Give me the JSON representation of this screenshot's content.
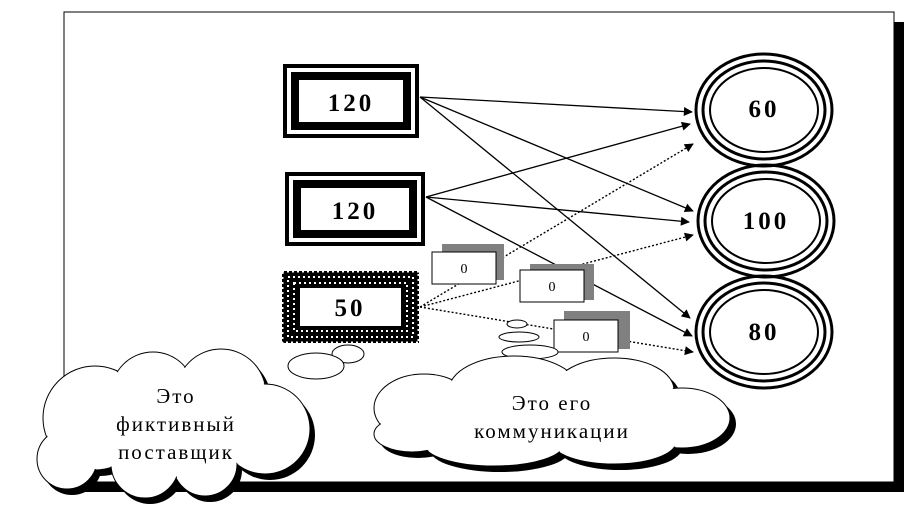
{
  "suppliers": [
    {
      "id": "s1",
      "value": "120",
      "fictitious": false
    },
    {
      "id": "s2",
      "value": "120",
      "fictitious": false
    },
    {
      "id": "s3",
      "value": "50",
      "fictitious": true
    }
  ],
  "consumers": [
    {
      "id": "c1",
      "value": "60"
    },
    {
      "id": "c2",
      "value": "100"
    },
    {
      "id": "c3",
      "value": "80"
    }
  ],
  "edges": [
    {
      "from": "s1",
      "to": "c1",
      "style": "solid"
    },
    {
      "from": "s1",
      "to": "c2",
      "style": "solid"
    },
    {
      "from": "s1",
      "to": "c3",
      "style": "solid"
    },
    {
      "from": "s2",
      "to": "c1",
      "style": "solid"
    },
    {
      "from": "s2",
      "to": "c2",
      "style": "solid"
    },
    {
      "from": "s2",
      "to": "c3",
      "style": "solid"
    },
    {
      "from": "s3",
      "to": "c1",
      "style": "dotted"
    },
    {
      "from": "s3",
      "to": "c2",
      "style": "dotted"
    },
    {
      "from": "s3",
      "to": "c3",
      "style": "dotted"
    }
  ],
  "cost_labels": [
    "0",
    "0",
    "0"
  ],
  "callouts": {
    "supplier_lines": [
      "Это",
      "фиктивный",
      "поставщик"
    ],
    "communications_lines": [
      "Это его",
      "коммуникации"
    ]
  },
  "colors": {
    "ink": "#000000",
    "shadow": "#808080",
    "background": "#ffffff"
  }
}
